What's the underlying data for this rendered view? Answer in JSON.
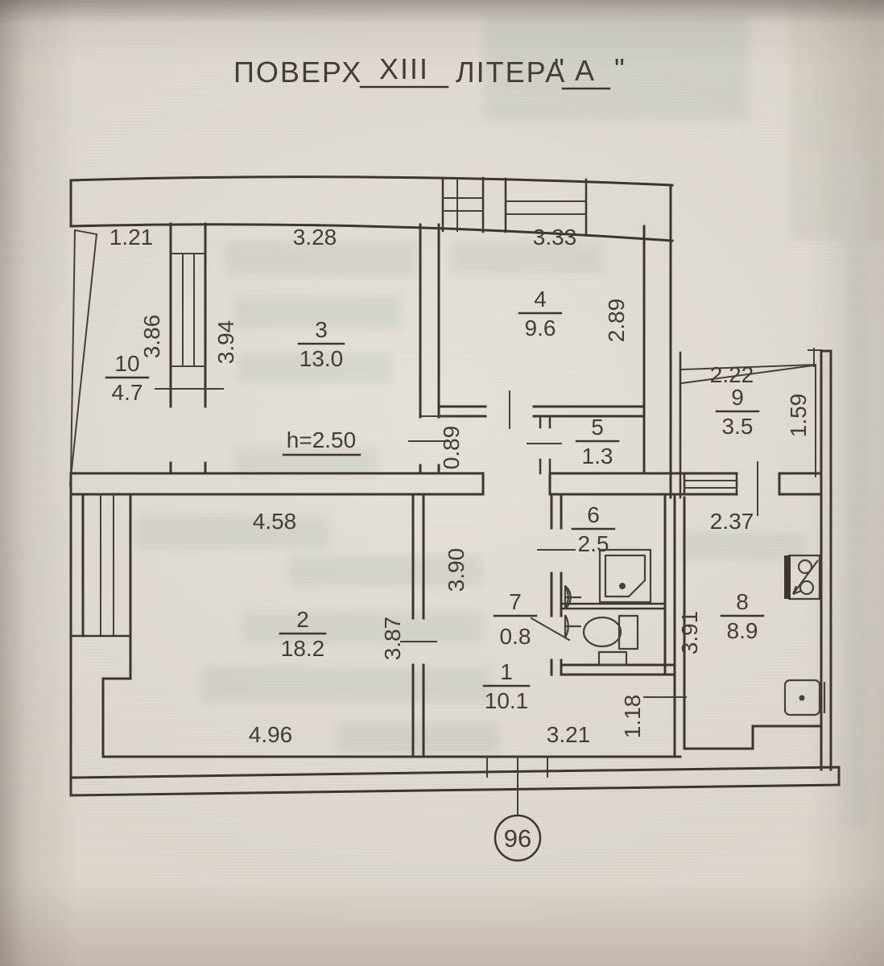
{
  "document": {
    "title": {
      "floor_label": "ПОВЕРХ",
      "floor_value": "XIII",
      "letter_label": "ЛІТЕРА",
      "quote_open": "\"",
      "letter_value": "А",
      "quote_close": "\""
    },
    "apartment_number": "96",
    "ceiling_height": "h=2.50"
  },
  "rooms": {
    "r1": {
      "number": "1",
      "area": "10.1"
    },
    "r2": {
      "number": "2",
      "area": "18.2"
    },
    "r3": {
      "number": "3",
      "area": "13.0"
    },
    "r4": {
      "number": "4",
      "area": "9.6"
    },
    "r5": {
      "number": "5",
      "area": "1.3"
    },
    "r6": {
      "number": "6",
      "area": "2.5"
    },
    "r7": {
      "number": "7",
      "area": "0.8"
    },
    "r8": {
      "number": "8",
      "area": "8.9"
    },
    "r9": {
      "number": "9",
      "area": "3.5"
    },
    "r10": {
      "number": "10",
      "area": "4.7"
    }
  },
  "dims": {
    "loggia10_top": "1.21",
    "loggia10_right": "3.86",
    "room3_top": "3.28",
    "room3_left": "3.94",
    "room4_top": "3.33",
    "room4_right": "2.89",
    "balcony9_top": "2.22",
    "balcony9_right": "1.59",
    "corridor_height": "0.89",
    "hall_height": "3.90",
    "room2_top": "4.58",
    "room2_right": "3.87",
    "room2_bottom": "4.96",
    "hall_bottom": "3.21",
    "hall_step": "1.18",
    "kitchen_top": "2.37",
    "kitchen_left": "3.91"
  }
}
